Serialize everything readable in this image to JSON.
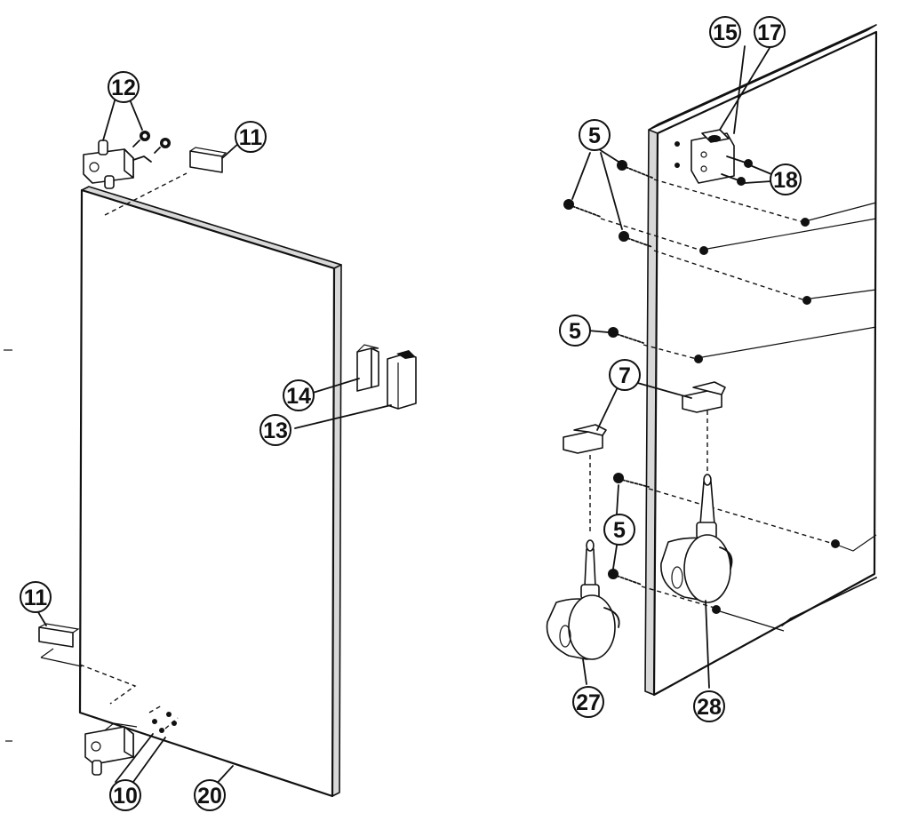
{
  "callouts": {
    "c12": "12",
    "c11_top": "11",
    "c14": "14",
    "c13": "13",
    "c11_bottom": "11",
    "c10": "10",
    "c20": "20",
    "c15": "15",
    "c17": "17",
    "c18": "18",
    "c5_top": "5",
    "c5_mid": "5",
    "c7": "7",
    "c5_low": "5",
    "c27": "27",
    "c28": "28"
  }
}
